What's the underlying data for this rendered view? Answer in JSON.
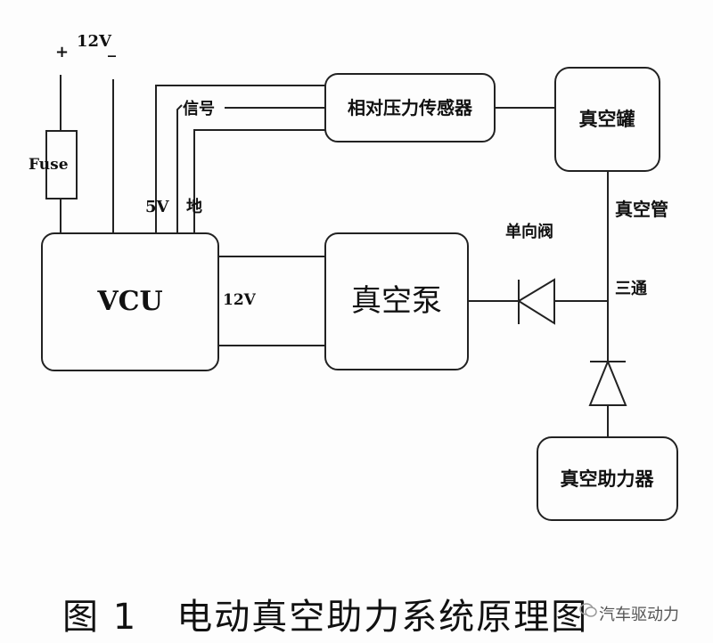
{
  "power": {
    "voltage_label": "12V",
    "plus_label": "+",
    "minus_label": "_",
    "fuse_label": "Fuse"
  },
  "signals": {
    "supply_label": "5V",
    "signal_label": "信号",
    "ground_label": "地"
  },
  "components": {
    "vcu": "VCU",
    "pressure_sensor": "相对压力传感器",
    "vacuum_tank": "真空罐",
    "vacuum_pump": "真空泵",
    "vacuum_booster": "真空助力器"
  },
  "connections": {
    "pump_supply_label": "12V",
    "vacuum_pipe_label": "真空管",
    "check_valve_label": "单向阀",
    "tee_label": "三通"
  },
  "caption": "图 1   电动真空助力系统原理图",
  "watermark": "汽车驱动力",
  "colors": {
    "line": "#222222",
    "background": "#fdfdfd"
  }
}
